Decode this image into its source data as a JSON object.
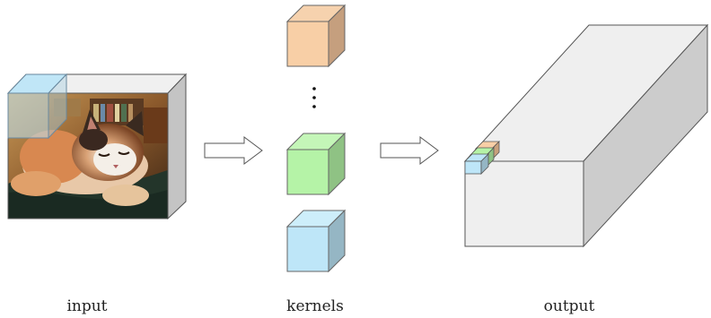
{
  "labels": {
    "input": "input",
    "kernels": "kernels",
    "output": "output",
    "ellipsis": "⋮"
  },
  "colors": {
    "kernel_orange": "#f8cfa6",
    "kernel_green": "#b5f3a7",
    "kernel_blue": "#bee6f8",
    "block_face": "#efefef",
    "block_side": "#cccccc",
    "stroke": "#4a4a4a"
  },
  "icons": {
    "input_image": "cat-photo",
    "arrows": "right-arrow-outline-icon"
  }
}
